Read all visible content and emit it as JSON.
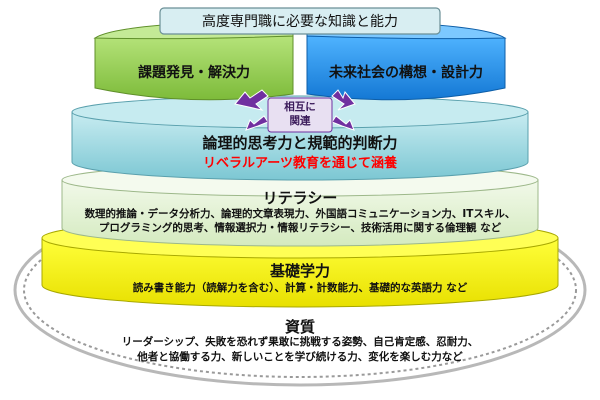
{
  "top": {
    "title": "高度専門職に必要な知識と能力"
  },
  "tier_left": {
    "label": "課題発見・解決力",
    "color": "#92d050"
  },
  "tier_right": {
    "label": "未来社会の構想・設計力",
    "color": "#1e90ff"
  },
  "mutual": {
    "line1": "相互に",
    "line2": "関連",
    "arrow_color": "#7030a0"
  },
  "tier_logic": {
    "title": "論理的思考力と規範的判断力",
    "subtitle": "リベラルアーツ教育を通じて涵養",
    "subtitle_color": "#ff0000",
    "color": "#9bd7df"
  },
  "tier_literacy": {
    "title": "リテラシー",
    "desc1": "数理的推論・データ分析力、論理的文章表現力、外国語コミュニケーション力、ITスキル、",
    "desc2": "プログラミング的思考、情報選択力・情報リテラシー、技術活用に関する倫理観 など",
    "color": "#e3f1d6"
  },
  "tier_basic": {
    "title": "基礎学力",
    "desc": "読み書き能力（読解力を含む）、計算・計数能力、基礎的な英語力 など",
    "color": "#ffff00"
  },
  "base": {
    "title": "資質",
    "desc1": "リーダーシップ、失敗を恐れず果敢に挑戦する姿勢、自己肯定感、忍耐力、",
    "desc2": "他者と協働する力、新しいことを学び続ける力、変化を楽しむ力など"
  }
}
